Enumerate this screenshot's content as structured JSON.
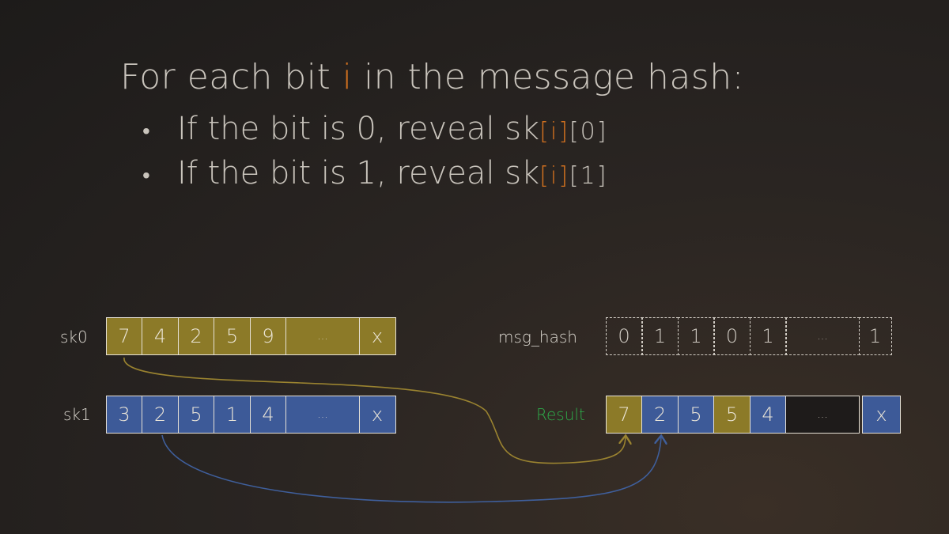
{
  "heading": {
    "prefix": "For each bit ",
    "var": "i",
    "suffix": " in the message hash:"
  },
  "bullets": [
    {
      "dot": "•",
      "text": "If the bit is 0, reveal sk",
      "idx_i": "[i]",
      "idx_b": "[0]"
    },
    {
      "dot": "•",
      "text": "If the bit is 1,  reveal sk",
      "idx_i": "[i]",
      "idx_b": "[1]"
    }
  ],
  "sk0": {
    "label": "sk0",
    "cells": [
      "7",
      "4",
      "2",
      "5",
      "9",
      "...",
      "x"
    ]
  },
  "sk1": {
    "label": "sk1",
    "cells": [
      "3",
      "2",
      "5",
      "1",
      "4",
      "...",
      "x"
    ]
  },
  "msg_hash": {
    "label": "msg_hash",
    "cells": [
      "0",
      "1",
      "1",
      "0",
      "1",
      "...",
      "1"
    ]
  },
  "result": {
    "label": "Result",
    "cells": [
      "7",
      "2",
      "5",
      "5",
      "4",
      "...",
      "x"
    ]
  },
  "colors": {
    "gold": "#8c7a28",
    "blue": "#3d5a98",
    "orange": "#d2711f",
    "green": "#2eab4a",
    "arrow_gold": "#9a8330",
    "arrow_blue": "#3f5f9c"
  }
}
